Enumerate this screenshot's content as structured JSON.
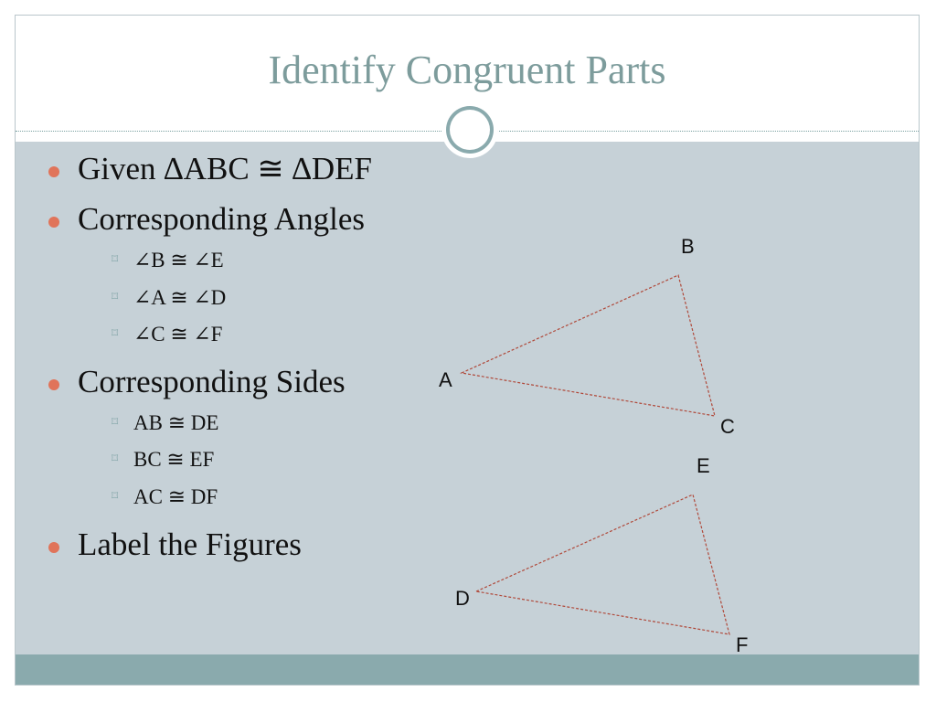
{
  "slide": {
    "title": "Identify Congruent Parts",
    "bullets": [
      {
        "text": "Given ∆ABC ≅ ∆DEF"
      },
      {
        "text": "Corresponding Angles",
        "sub": [
          "∠B ≅ ∠E",
          "∠A ≅ ∠D",
          "∠C ≅ ∠F"
        ]
      },
      {
        "text": "Corresponding Sides",
        "sub": [
          "AB ≅ DE",
          "BC ≅ EF",
          "AC ≅ DF"
        ]
      },
      {
        "text": "Label the Figures"
      }
    ],
    "sub_bullet_glyph": "⌑"
  },
  "figures": {
    "triangle1": {
      "labels": [
        "A",
        "B",
        "C"
      ]
    },
    "triangle2": {
      "labels": [
        "D",
        "E",
        "F"
      ]
    },
    "line_color": "#b0493a"
  },
  "colors": {
    "title": "#7d9c9c",
    "body_bg": "#c6d1d7",
    "footer": "#8aaaad",
    "bullet": "#e0745a"
  }
}
